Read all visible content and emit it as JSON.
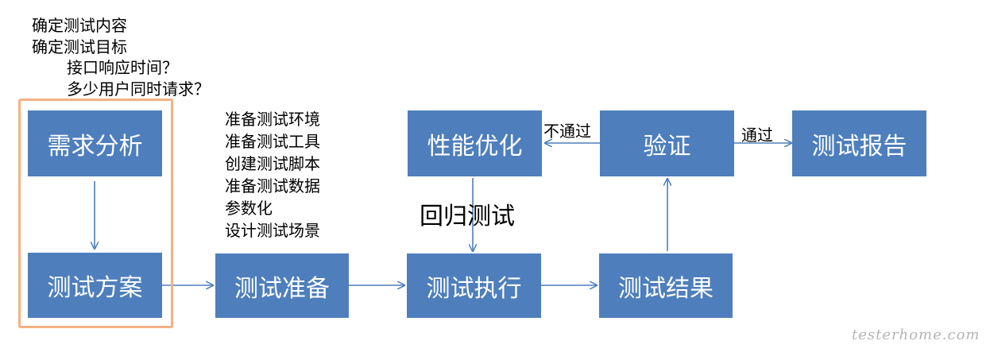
{
  "notes": {
    "top_lines": [
      "确定测试内容",
      "确定测试目标"
    ],
    "sub_lines": [
      "接口响应时间？",
      "多少用户同时请求？"
    ],
    "prep_lines": [
      "准备测试环境",
      "准备测试工具",
      "创建测试脚本",
      "准备测试数据",
      "参数化",
      "设计测试场景"
    ]
  },
  "boxes": {
    "requirements": "需求分析",
    "plan": "测试方案",
    "prep": "测试准备",
    "execute": "测试执行",
    "results": "测试结果",
    "verify": "验证",
    "optimize": "性能优化",
    "report": "测试报告"
  },
  "edge_labels": {
    "fail": "不通过",
    "pass": "通过",
    "regression": "回归测试"
  },
  "watermark": "testerhome.com",
  "colors": {
    "box_fill": "#4e7fbc",
    "arrow": "#4e7fbc",
    "highlight_border": "#f5b183"
  }
}
